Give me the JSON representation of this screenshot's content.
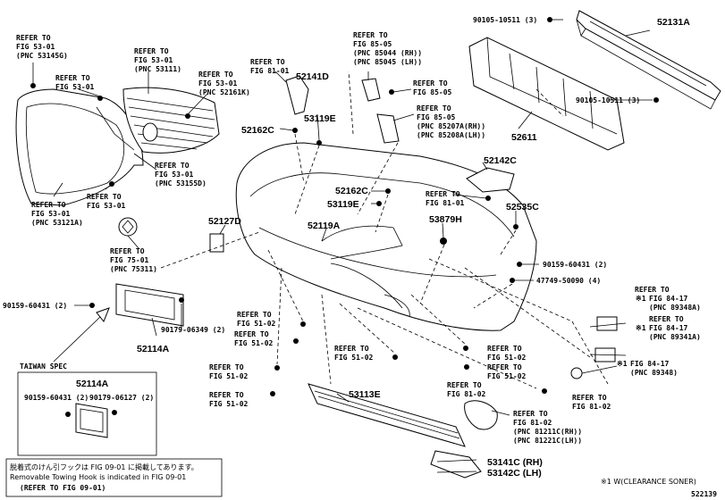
{
  "part_numbers": {
    "p52131A": "52131A",
    "p52611": "52611",
    "p52141D": "52141D",
    "p53119E_top": "53119E",
    "p52162C_top": "52162C",
    "p52142C": "52142C",
    "p52162C_mid": "52162C",
    "p53119E_mid": "53119E",
    "p53879H": "53879H",
    "p52535C": "52535C",
    "p52127D": "52127D",
    "p52119A": "52119A",
    "p52114A": "52114A",
    "p53113E": "53113E",
    "p53141C": "53141C (RH)",
    "p53142C": "53142C (LH)",
    "p52114A_taiwan": "52114A"
  },
  "fasteners": {
    "f90105_top": "90105-10511 (3)",
    "f90105_right": "90105-10511 (3)",
    "f90159_right": "90159-60431 (2)",
    "f47749": "47749-50090 (4)",
    "f90159_left": "90159-60431 (2)",
    "f90179_a": "90179-06349 (2)",
    "f90159_tw": "90159-60431 (2)",
    "f90179_tw": "90179-06127 (2)"
  },
  "refs": {
    "r1": [
      "REFER TO",
      "FIG 53-01",
      "(PNC 53145G)"
    ],
    "r2": [
      "REFER TO",
      "FIG 53-01"
    ],
    "r3": [
      "REFER TO",
      "FIG 53-01",
      "(PNC 53111)"
    ],
    "r4": [
      "REFER TO",
      "FIG 53-01",
      "(PNC 52161K)"
    ],
    "r5": [
      "REFER TO",
      "FIG 81-01"
    ],
    "r6": [
      "REFER TO",
      "FIG 85-05",
      "(PNC 85044 (RH))",
      "(PNC 85045 (LH))"
    ],
    "r7": [
      "REFER TO",
      "FIG 85-05"
    ],
    "r8": [
      "REFER TO",
      "FIG 85-05",
      "(PNC 85207A(RH))",
      "(PNC 85208A(LH))"
    ],
    "r9": [
      "REFER TO",
      "FIG 53-01",
      "(PNC 53155D)"
    ],
    "r10": [
      "REFER TO",
      "FIG 53-01",
      "(PNC 53121A)"
    ],
    "r11": [
      "REFER TO",
      "FIG 53-01"
    ],
    "r12": [
      "REFER TO",
      "FIG 75-01",
      "(PNC 75311)"
    ],
    "r13": [
      "REFER TO",
      "FIG 81-01"
    ],
    "r14": [
      "REFER TO",
      "FIG 84-17",
      "(PNC 89348A)"
    ],
    "r15": [
      "REFER TO",
      "FIG 84-17",
      "(PNC 89341A)"
    ],
    "r16": [
      "FIG 84-17",
      "(PNC 89348)"
    ],
    "r17": [
      "REFER TO",
      "FIG 51-02"
    ],
    "r18": [
      "REFER TO",
      "FIG 51-02"
    ],
    "r19": [
      "REFER TO",
      "FIG 51-02"
    ],
    "r20": [
      "REFER TO",
      "FIG 51-02"
    ],
    "r21": [
      "REFER TO",
      "FIG 51-02"
    ],
    "r22": [
      "REFER TO",
      "FIG 51-02"
    ],
    "r23": [
      "REFER TO",
      "FIG 51-02"
    ],
    "r24": [
      "REFER TO",
      "FIG 81-02"
    ],
    "r25": [
      "REFER TO",
      "FIG 81-02"
    ],
    "r26": [
      "REFER TO",
      "FIG 81-02",
      "(PNC 81211C(RH))",
      "(PNC 81221C(LH))"
    ]
  },
  "sensor_marks": {
    "m1": "※1",
    "m2": "※1",
    "m3": "※1"
  },
  "taiwan_spec": "TAIWAN SPEC",
  "note": {
    "jp": "脱着式のけん引フックは FIG 09-01 に掲載してあります。",
    "en": "Removable Towing Hook is indicated in FIG 09-01",
    "ref": "(REFER TO FIG 09-01)"
  },
  "footnote": "※1 W(CLEARANCE SONER)",
  "diagram_code": "522139"
}
